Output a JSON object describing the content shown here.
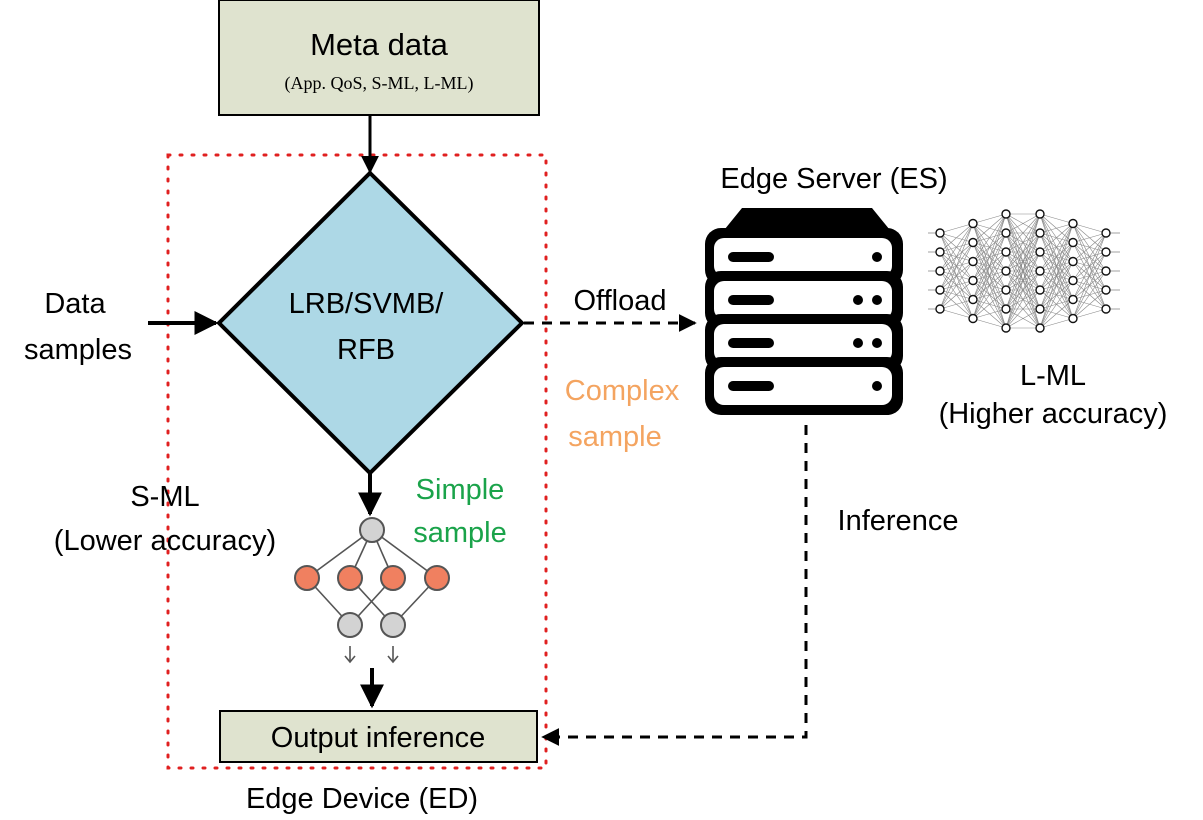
{
  "meta_box": {
    "title": "Meta data",
    "subtitle": "(App. QoS, S-ML, L-ML)"
  },
  "decision": {
    "line1": "LRB/SVMB/",
    "line2": "RFB"
  },
  "input": {
    "line1": "Data",
    "line2": "samples"
  },
  "offload_label": "Offload",
  "complex_label": {
    "line1": "Complex",
    "line2": "sample",
    "color": "#f4a460"
  },
  "simple_label": {
    "line1": "Simple",
    "line2": "sample",
    "color": "#1aa34a"
  },
  "small_model": {
    "line1": "S-ML",
    "line2": "(Lower accuracy)"
  },
  "server": {
    "title": "Edge Server (ES)",
    "model_line1": "L-ML",
    "model_line2": "(Higher accuracy)"
  },
  "inference_label": "Inference",
  "output_box": {
    "label": "Output inference"
  },
  "device_label": "Edge Device (ED)",
  "colors": {
    "meta_fill": "#dfe3cf",
    "decision_fill": "#add8e6",
    "boundary": "#e02020",
    "node_orange": "#f08060",
    "node_gray": "#d3d3d3"
  }
}
